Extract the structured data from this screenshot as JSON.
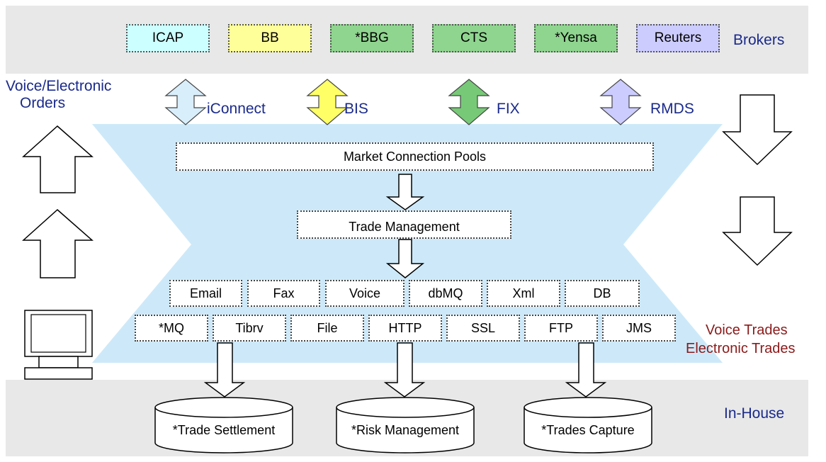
{
  "brokers": {
    "items": [
      {
        "label": "ICAP",
        "color": "#ccffff"
      },
      {
        "label": "BB",
        "color": "#ffff99"
      },
      {
        "label": "*BBG",
        "color": "#8fd48f"
      },
      {
        "label": "CTS",
        "color": "#8fd48f"
      },
      {
        "label": "*Yensa",
        "color": "#8fd48f"
      },
      {
        "label": "Reuters",
        "color": "#ccccff"
      }
    ],
    "section_label": "Brokers"
  },
  "protocols": [
    {
      "label": "iConnect",
      "color": "#d9eefb"
    },
    {
      "label": "BIS",
      "color": "#ffff66"
    },
    {
      "label": "FIX",
      "color": "#77c977"
    },
    {
      "label": "RMDS",
      "color": "#ccccff"
    }
  ],
  "left": {
    "title_line1": "Voice/Electronic",
    "title_line2": "Orders"
  },
  "right": {
    "line1": "Voice Trades",
    "line2": "Electronic Trades"
  },
  "core": {
    "fill": "#cde9f9",
    "market_pools": "Market Connection Pools",
    "trade_management": "Trade Management",
    "row1": [
      "Email",
      "Fax",
      "Voice",
      "dbMQ",
      "Xml",
      "DB"
    ],
    "row2": [
      "*MQ",
      "Tibrv",
      "File",
      "HTTP",
      "SSL",
      "FTP",
      "JMS"
    ]
  },
  "inhouse": {
    "section_label": "In-House",
    "systems": [
      "*Trade Settlement",
      "*Risk Management",
      "*Trades Capture"
    ]
  }
}
